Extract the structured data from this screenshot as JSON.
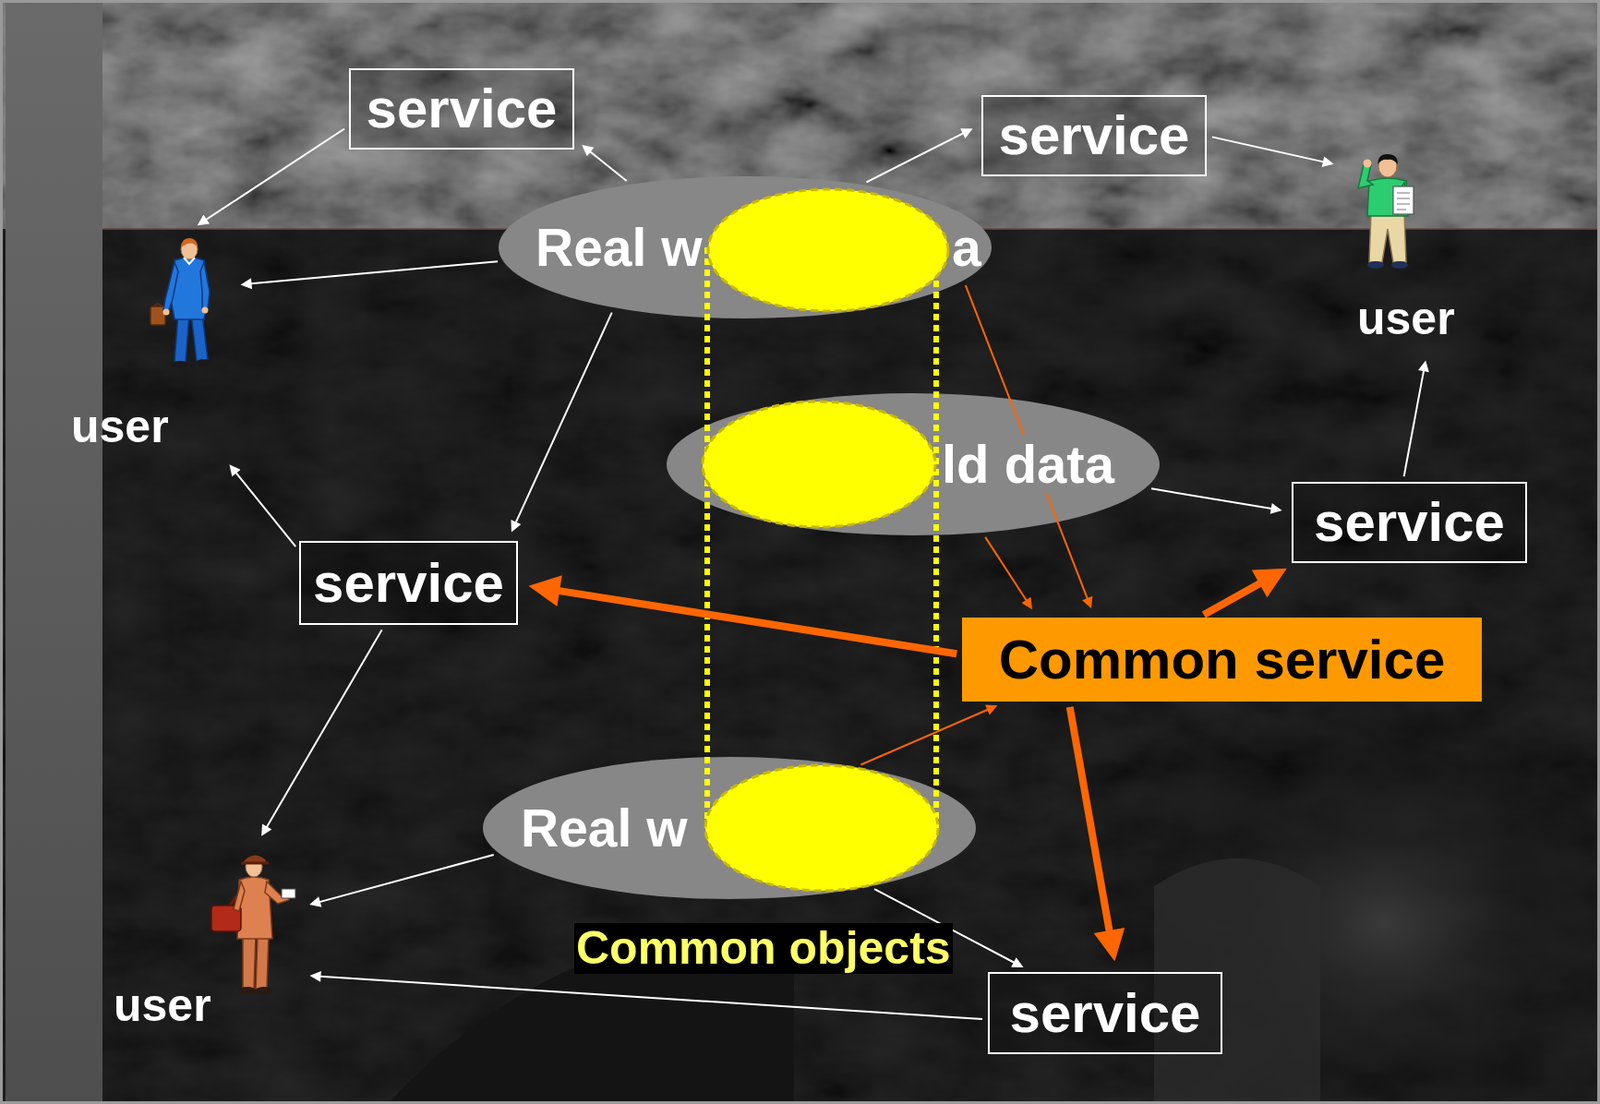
{
  "diagram": {
    "nodes": [
      {
        "text": [
          "service"
        ]
      },
      {
        "text": [
          "service"
        ]
      },
      {
        "text": [
          "user"
        ]
      },
      {
        "text": [
          "Real w",
          "a"
        ]
      },
      {
        "text": [
          "user"
        ]
      },
      {
        "text": [
          "ld data"
        ]
      },
      {
        "text": [
          "service"
        ]
      },
      {
        "text": [
          "service"
        ]
      },
      {
        "text": [
          "Common service"
        ]
      },
      {
        "text": [
          "Real w"
        ]
      },
      {
        "text": [
          "user"
        ]
      },
      {
        "text": [
          "service"
        ]
      }
    ],
    "edges": [
      {
        "from": 3,
        "to": 0,
        "arrow": "to"
      },
      {
        "from": 0,
        "to": 4,
        "arrow": "to"
      },
      {
        "from": 3,
        "to": 1,
        "arrow": "to"
      },
      {
        "from": 1,
        "to": 2,
        "arrow": "to"
      },
      {
        "from": 3,
        "to": 4,
        "arrow": "to"
      },
      {
        "from": 3,
        "to": 7,
        "arrow": "to"
      },
      {
        "from": 7,
        "to": 4,
        "arrow": "to"
      },
      {
        "from": 7,
        "to": 10,
        "arrow": "to"
      },
      {
        "from": 5,
        "to": 6,
        "arrow": "to"
      },
      {
        "from": 6,
        "to": 2,
        "arrow": "to"
      },
      {
        "from": 9,
        "to": 10,
        "arrow": "to"
      },
      {
        "from": 9,
        "to": 11,
        "arrow": "to"
      },
      {
        "from": 11,
        "to": 10,
        "arrow": "to"
      },
      {
        "from": 3,
        "to": 8,
        "arrow": "to"
      },
      {
        "from": 5,
        "to": 8,
        "arrow": "to"
      },
      {
        "from": 9,
        "to": 8,
        "arrow": "to"
      },
      {
        "from": 8,
        "to": 7,
        "arrow": "to"
      },
      {
        "from": 8,
        "to": 6,
        "arrow": "to"
      },
      {
        "from": 8,
        "to": 11,
        "arrow": "to"
      }
    ],
    "labels": [
      "Common objects"
    ]
  }
}
